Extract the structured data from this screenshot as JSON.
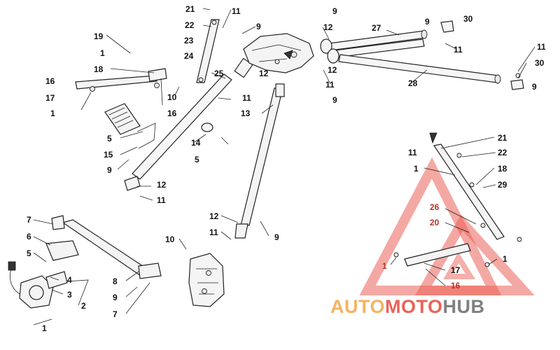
{
  "colors": {
    "line": "#222222",
    "part_fill": "#f4f4f4",
    "watermark_red": "#e8463a",
    "watermark_orange": "#f2a64a",
    "watermark_gray": "#6b6b6b"
  },
  "watermark": {
    "word1": "AUTO",
    "word2": "MOTO",
    "word3": "HUB"
  },
  "callouts": [
    {
      "id": "c1",
      "text": "21"
    },
    {
      "id": "c2",
      "text": "11"
    },
    {
      "id": "c3",
      "text": "22"
    },
    {
      "id": "c4",
      "text": "9"
    },
    {
      "id": "c5",
      "text": "23"
    },
    {
      "id": "c6",
      "text": "24"
    },
    {
      "id": "c7",
      "text": "19"
    },
    {
      "id": "c8",
      "text": "1"
    },
    {
      "id": "c9",
      "text": "18"
    },
    {
      "id": "c10",
      "text": "16"
    },
    {
      "id": "c11",
      "text": "17"
    },
    {
      "id": "c12",
      "text": "1"
    },
    {
      "id": "c13",
      "text": "16"
    },
    {
      "id": "c14",
      "text": "10"
    },
    {
      "id": "c15",
      "text": "25"
    },
    {
      "id": "c16",
      "text": "12"
    },
    {
      "id": "c17",
      "text": "11"
    },
    {
      "id": "c18",
      "text": "13"
    },
    {
      "id": "c19",
      "text": "9"
    },
    {
      "id": "c20",
      "text": "5"
    },
    {
      "id": "c21",
      "text": "15"
    },
    {
      "id": "c22",
      "text": "9"
    },
    {
      "id": "c23",
      "text": "14"
    },
    {
      "id": "c24",
      "text": "5"
    },
    {
      "id": "c25",
      "text": "12"
    },
    {
      "id": "c26",
      "text": "11"
    },
    {
      "id": "c27",
      "text": "9"
    },
    {
      "id": "c28",
      "text": "12"
    },
    {
      "id": "c29",
      "text": "27"
    },
    {
      "id": "c30",
      "text": "9"
    },
    {
      "id": "c31",
      "text": "30"
    },
    {
      "id": "c32",
      "text": "11"
    },
    {
      "id": "c33",
      "text": "12"
    },
    {
      "id": "c34",
      "text": "11"
    },
    {
      "id": "c35",
      "text": "28"
    },
    {
      "id": "c36",
      "text": "11"
    },
    {
      "id": "c37",
      "text": "30"
    },
    {
      "id": "c38",
      "text": "9"
    },
    {
      "id": "c39",
      "text": "12"
    },
    {
      "id": "c40",
      "text": "11"
    },
    {
      "id": "c41",
      "text": "9"
    },
    {
      "id": "c42",
      "text": "10"
    },
    {
      "id": "c43",
      "text": "7"
    },
    {
      "id": "c44",
      "text": "6"
    },
    {
      "id": "c45",
      "text": "5"
    },
    {
      "id": "c46",
      "text": "4"
    },
    {
      "id": "c47",
      "text": "3"
    },
    {
      "id": "c48",
      "text": "2"
    },
    {
      "id": "c49",
      "text": "1"
    },
    {
      "id": "c50",
      "text": "8"
    },
    {
      "id": "c51",
      "text": "9"
    },
    {
      "id": "c52",
      "text": "7"
    },
    {
      "id": "c53",
      "text": "21"
    },
    {
      "id": "c54",
      "text": "11"
    },
    {
      "id": "c55",
      "text": "22"
    },
    {
      "id": "c56",
      "text": "1"
    },
    {
      "id": "c57",
      "text": "18"
    },
    {
      "id": "c58",
      "text": "29"
    },
    {
      "id": "c59",
      "text": "26"
    },
    {
      "id": "c60",
      "text": "20"
    },
    {
      "id": "c61",
      "text": "1"
    },
    {
      "id": "c62",
      "text": "17"
    },
    {
      "id": "c63",
      "text": "1"
    },
    {
      "id": "c64",
      "text": "16"
    }
  ]
}
